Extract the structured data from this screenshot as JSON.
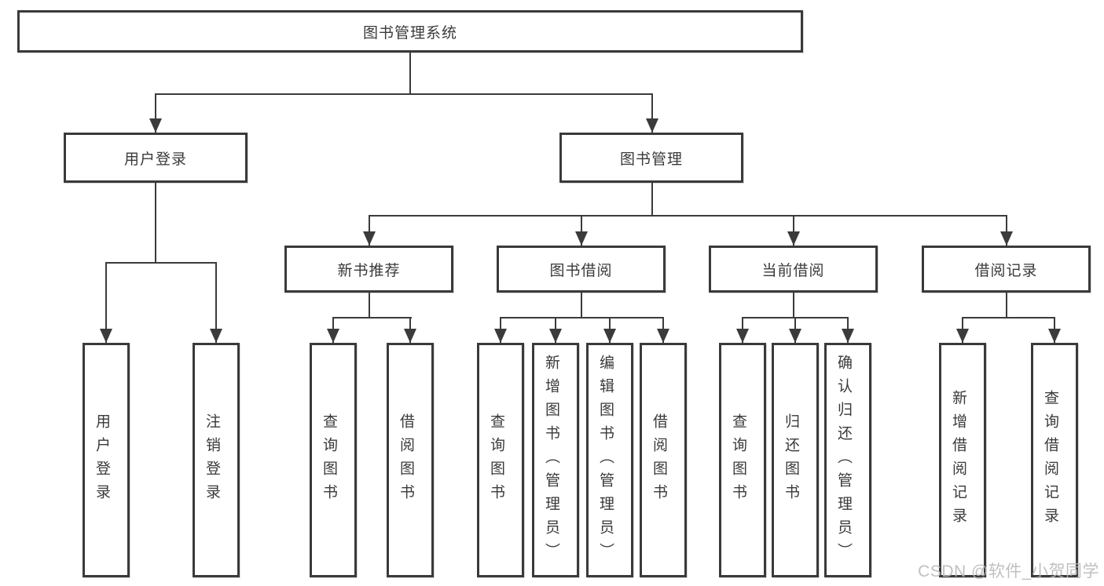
{
  "watermark": "CSDN @软件_小贺同学",
  "colors": {
    "line": "#3b3b3b",
    "text": "#3a3a3a",
    "background": "#ffffff",
    "watermark": "#b9b9b9"
  },
  "tree": {
    "label": "图书管理系统",
    "children": [
      {
        "label": "用户登录",
        "children": [
          {
            "label": "用户登录"
          },
          {
            "label": "注销登录"
          }
        ]
      },
      {
        "label": "图书管理",
        "children": [
          {
            "label": "新书推荐",
            "children": [
              {
                "label": "查询图书"
              },
              {
                "label": "借阅图书"
              }
            ]
          },
          {
            "label": "图书借阅",
            "children": [
              {
                "label": "查询图书"
              },
              {
                "label": "新增图书（管理员）"
              },
              {
                "label": "编辑图书（管理员）"
              },
              {
                "label": "借阅图书"
              }
            ]
          },
          {
            "label": "当前借阅",
            "children": [
              {
                "label": "查询图书"
              },
              {
                "label": "归还图书"
              },
              {
                "label": "确认归还（管理员）"
              }
            ]
          },
          {
            "label": "借阅记录",
            "children": [
              {
                "label": "新增借阅记录"
              },
              {
                "label": "查询借阅记录"
              }
            ]
          }
        ]
      }
    ]
  }
}
